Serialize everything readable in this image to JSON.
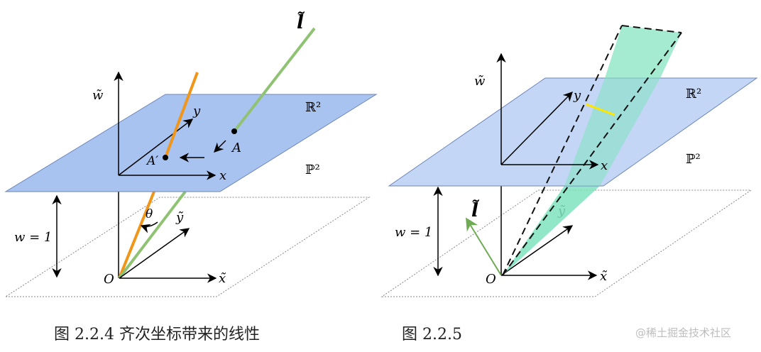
{
  "colors": {
    "plane_left": "#a9c3f0",
    "plane_right": "#bed2f4",
    "plane_edge": "#6d86b8",
    "orange": "#f0961a",
    "green": "#8fc373",
    "teal_fill": "#7fe3bf",
    "yellow": "#ffe600",
    "arrow_green": "#6faa55"
  },
  "figure_left": {
    "axis_w": "w̃",
    "axis_x": "x",
    "axis_y": "y",
    "axis_x_tilde": "x̃",
    "axis_y_tilde": "ỹ",
    "plane_R2": "ℝ²",
    "plane_P2": "ℙ²",
    "line_l": "l̃",
    "point_A": "A",
    "point_A_prime": "A′",
    "angle": "θ",
    "origin": "O",
    "height_label": "w = 1",
    "caption": "图 2.2.4 齐次坐标带来的线性"
  },
  "figure_right": {
    "axis_w": "w̃",
    "axis_x": "x",
    "axis_y": "y",
    "axis_x_tilde": "x̃",
    "axis_y_tilde": "ỹ",
    "plane_R2": "ℝ²",
    "plane_P2": "ℙ²",
    "line_l": "l̃",
    "origin": "O",
    "height_label": "w = 1",
    "caption": "图 2.2.5"
  },
  "watermark": "@稀土掘金技术社区"
}
